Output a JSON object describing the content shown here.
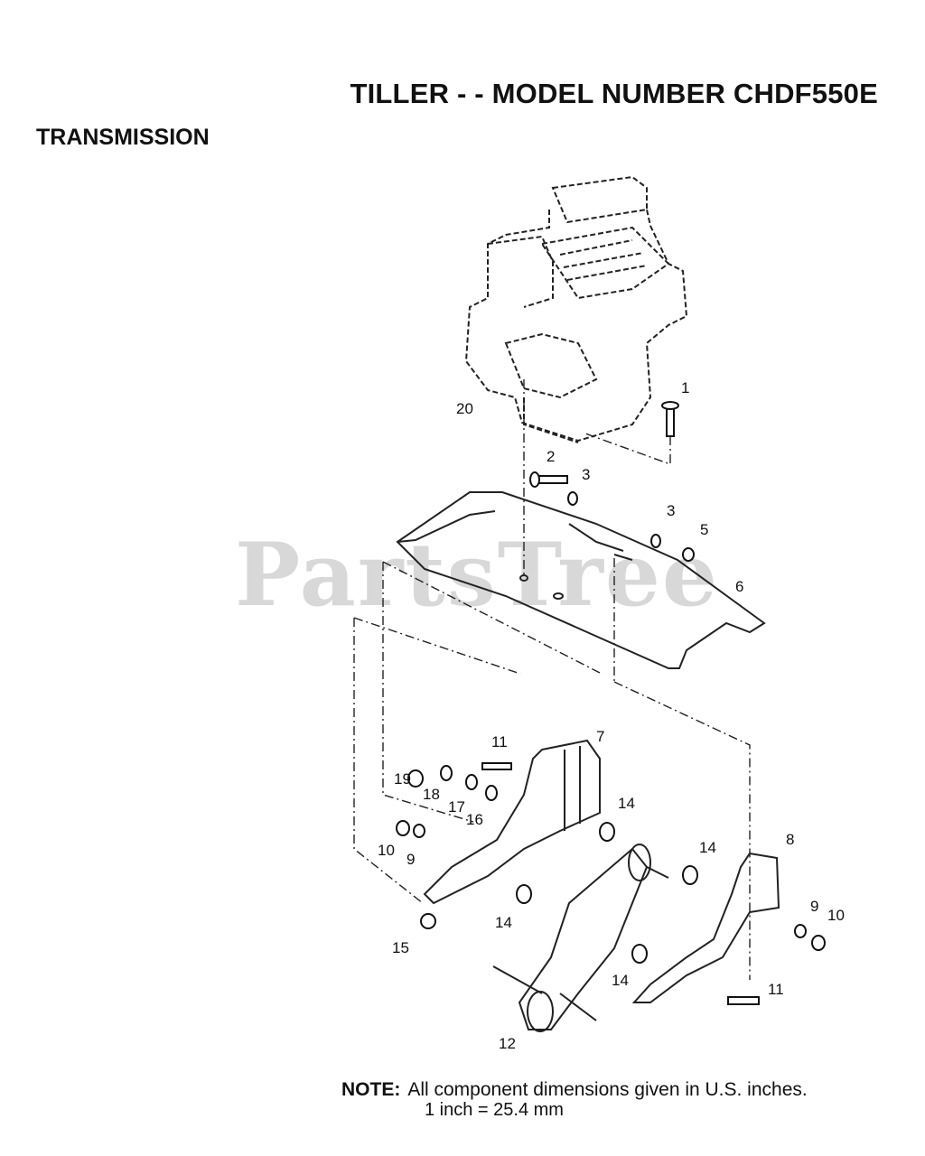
{
  "title": "TILLER - - MODEL NUMBER CHDF550E",
  "section": "TRANSMISSION",
  "watermark": "PartsTree",
  "callouts": [
    {
      "id": "1"
    },
    {
      "id": "2"
    },
    {
      "id": "3"
    },
    {
      "id": "3"
    },
    {
      "id": "5"
    },
    {
      "id": "6"
    },
    {
      "id": "7"
    },
    {
      "id": "8"
    },
    {
      "id": "9"
    },
    {
      "id": "9"
    },
    {
      "id": "10"
    },
    {
      "id": "10"
    },
    {
      "id": "11"
    },
    {
      "id": "11"
    },
    {
      "id": "12"
    },
    {
      "id": "14"
    },
    {
      "id": "14"
    },
    {
      "id": "14"
    },
    {
      "id": "14"
    },
    {
      "id": "15"
    },
    {
      "id": "16"
    },
    {
      "id": "17"
    },
    {
      "id": "18"
    },
    {
      "id": "19"
    },
    {
      "id": "20"
    }
  ],
  "note": {
    "label": "NOTE:",
    "line1": "All component dimensions given in U.S. inches.",
    "line2": "1 inch = 25.4 mm"
  }
}
